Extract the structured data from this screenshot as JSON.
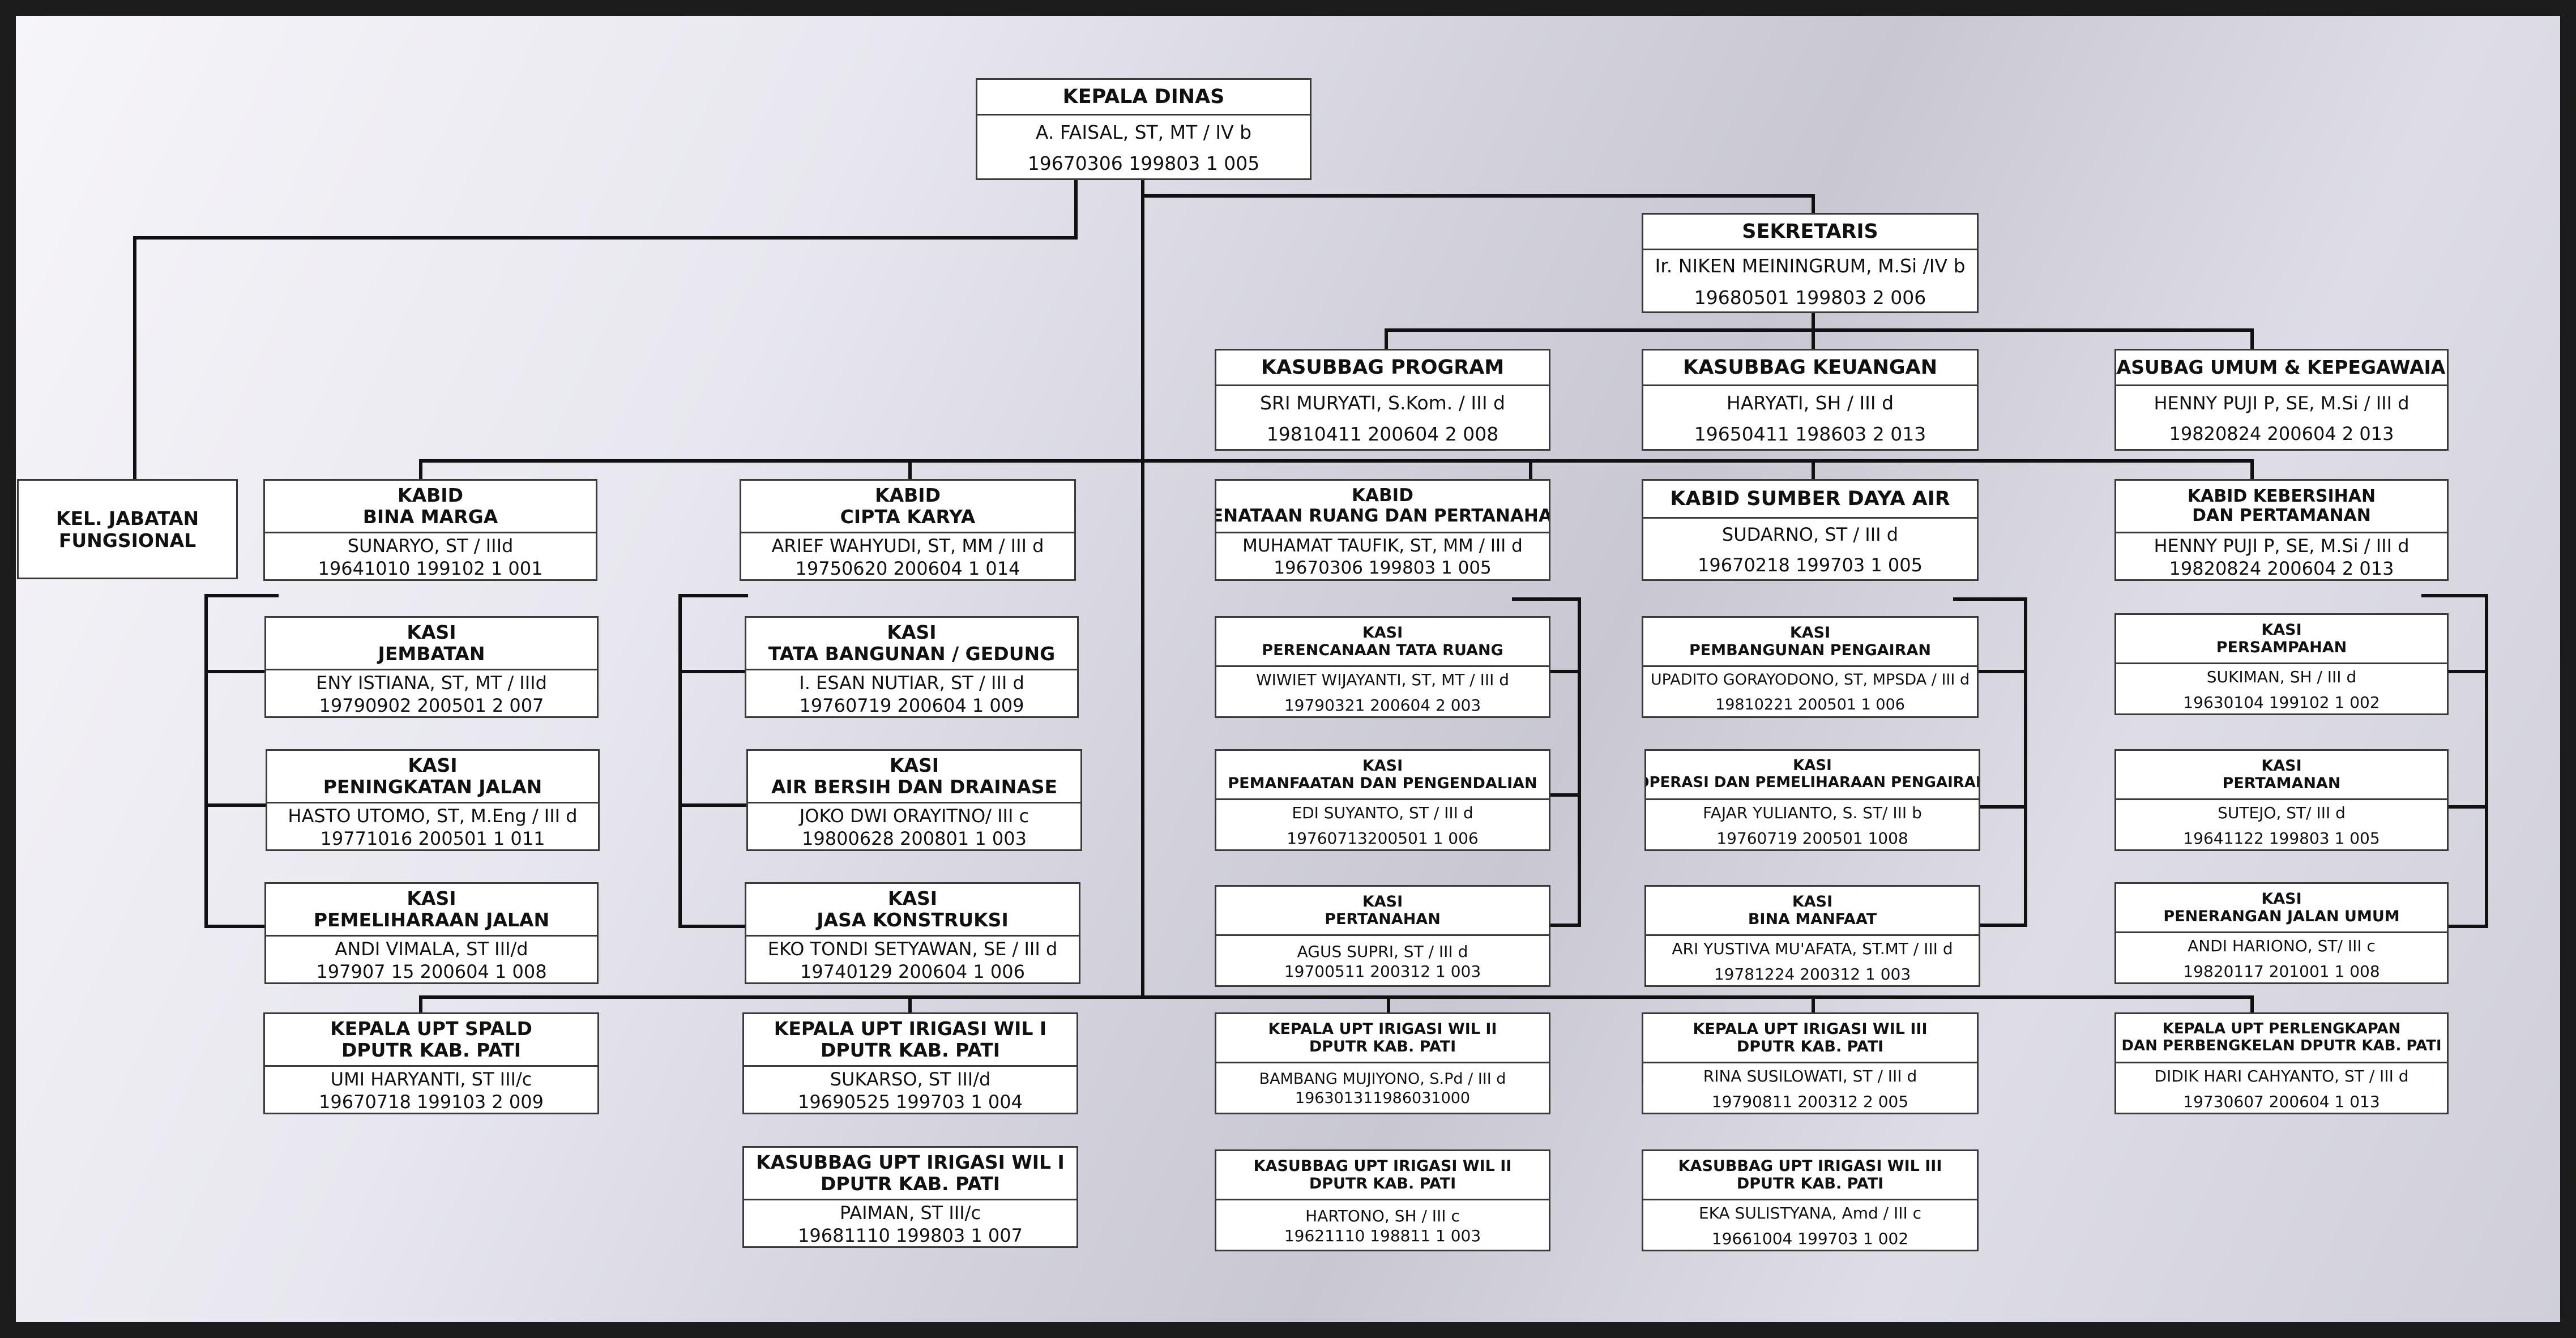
{
  "kepala_dinas": {
    "title": "KEPALA DINAS",
    "name": "A. FAISAL, ST, MT / IV b",
    "nip": "19670306 199803 1 005"
  },
  "sekretaris": {
    "title": "SEKRETARIS",
    "name": "Ir. NIKEN MEININGRUM, M.Si /IV b",
    "nip": "19680501 199803 2 006"
  },
  "jabatan_fungsional": {
    "line1": "KEL. JABATAN",
    "line2": "FUNGSIONAL"
  },
  "kasubbag_program": {
    "title": "KASUBBAG PROGRAM",
    "name": "SRI MURYATI, S.Kom. / III d",
    "nip": "19810411 200604 2 008"
  },
  "kasubbag_keuangan": {
    "title": "KASUBBAG KEUANGAN",
    "name": "HARYATI, SH / III d",
    "nip": "19650411 198603 2 013"
  },
  "kasubag_umum": {
    "title": "KASUBAG UMUM & KEPEGAWAIAN",
    "name": "HENNY PUJI P, SE, M.Si / III d",
    "nip": "19820824 200604 2 013"
  },
  "kabid_bina_marga": {
    "line1": "KABID",
    "line2": "BINA MARGA",
    "name": "SUNARYO, ST / IIId",
    "nip": "19641010 199102 1 001"
  },
  "kasi_jembatan": {
    "line1": "KASI",
    "line2": "JEMBATAN",
    "name": "ENY ISTIANA, ST, MT / IIId",
    "nip": "19790902 200501 2 007"
  },
  "kasi_peningkatan_jalan": {
    "line1": "KASI",
    "line2": "PENINGKATAN JALAN",
    "name": "HASTO UTOMO, ST, M.Eng / III d",
    "nip": "19771016 200501 1 011"
  },
  "kasi_pemeliharaan_jalan": {
    "line1": "KASI",
    "line2": "PEMELIHARAAN JALAN",
    "name": "ANDI VIMALA, ST III/d",
    "nip": "197907 15 200604 1 008"
  },
  "kabid_cipta_karya": {
    "line1": "KABID",
    "line2": "CIPTA KARYA",
    "name": "ARIEF WAHYUDI, ST, MM / III d",
    "nip": "19750620 200604 1 014"
  },
  "kasi_tata_bangunan": {
    "line1": "KASI",
    "line2": "TATA BANGUNAN / GEDUNG",
    "name": "I. ESAN NUTIAR, ST / III d",
    "nip": "19760719 200604 1 009"
  },
  "kasi_air_bersih": {
    "line1": "KASI",
    "line2": "AIR BERSIH DAN DRAINASE",
    "name": "JOKO DWI ORAYITNO/ III c",
    "nip": "19800628 200801 1 003"
  },
  "kasi_jasa_konstruksi": {
    "line1": "KASI",
    "line2": "JASA KONSTRUKSI",
    "name": "EKO TONDI SETYAWAN, SE / III d",
    "nip": "19740129 200604 1 006"
  },
  "kabid_penataan_ruang": {
    "line1": "KABID",
    "line2": "PENATAAN RUANG DAN PERTANAHAN",
    "name": "MUHAMAT TAUFIK, ST, MM / III d",
    "nip": "19670306 199803 1 005"
  },
  "kasi_perencanaan_tata_ruang": {
    "line1": "KASI",
    "line2": "PERENCANAAN TATA RUANG",
    "name": "WIWIET WIJAYANTI, ST, MT / III d",
    "nip": "19790321 200604 2 003"
  },
  "kasi_pemanfaatan": {
    "line1": "KASI",
    "line2": "PEMANFAATAN DAN PENGENDALIAN",
    "name": "EDI SUYANTO, ST / III d",
    "nip": "19760713200501 1 006"
  },
  "kasi_pertanahan": {
    "line1": "KASI",
    "line2": "PERTANAHAN",
    "name": "AGUS SUPRI, ST / III d",
    "nip": "19700511 200312 1 003"
  },
  "kabid_sumber_daya_air": {
    "title": "KABID SUMBER DAYA AIR",
    "name": "SUDARNO, ST / III d",
    "nip": "19670218 199703 1 005"
  },
  "kasi_pembangunan_pengairan": {
    "line1": "KASI",
    "line2": "PEMBANGUNAN PENGAIRAN",
    "name": "UPADITO GORAYODONO, ST, MPSDA / III d",
    "nip": "19810221 200501 1 006"
  },
  "kasi_operasi_pengairan": {
    "line1": "KASI",
    "line2": "OPERASI DAN PEMELIHARAAN PENGAIRAN",
    "name": "FAJAR YULIANTO, S. ST/ III b",
    "nip": "19760719 200501 1008"
  },
  "kasi_bina_manfaat": {
    "line1": "KASI",
    "line2": "BINA MANFAAT",
    "name": "ARI YUSTIVA MU'AFATA, ST.MT / III d",
    "nip": "19781224 200312 1 003"
  },
  "kabid_kebersihan": {
    "line1": "KABID KEBERSIHAN",
    "line2": "DAN PERTAMANAN",
    "name": "HENNY PUJI P, SE, M.Si / III d",
    "nip": "19820824 200604 2 013"
  },
  "kasi_persampahan": {
    "line1": "KASI",
    "line2": "PERSAMPAHAN",
    "name": "SUKIMAN, SH / III d",
    "nip": "19630104 199102 1 002"
  },
  "kasi_pertamanan": {
    "line1": "KASI",
    "line2": "PERTAMANAN",
    "name": "SUTEJO, ST/ III d",
    "nip": "19641122 199803 1 005"
  },
  "kasi_penerangan": {
    "line1": "KASI",
    "line2": "PENERANGAN JALAN UMUM",
    "name": "ANDI HARIONO, ST/ III c",
    "nip": "19820117 201001 1 008"
  },
  "upt_spald": {
    "line1": "KEPALA UPT SPALD",
    "line2": "DPUTR KAB. PATI",
    "name": "UMI HARYANTI, ST III/c",
    "nip": "19670718 199103 2 009"
  },
  "upt_irigasi_1": {
    "line1": "KEPALA UPT IRIGASI WIL I",
    "line2": "DPUTR KAB. PATI",
    "name": "SUKARSO, ST III/d",
    "nip": "19690525 199703 1 004"
  },
  "kasubbag_upt_irigasi_1": {
    "line1": "KASUBBAG UPT IRIGASI WIL I",
    "line2": "DPUTR KAB. PATI",
    "name": "PAIMAN, ST III/c",
    "nip": "19681110 199803 1 007"
  },
  "upt_irigasi_2": {
    "line1": "KEPALA UPT IRIGASI WIL II",
    "line2": "DPUTR KAB. PATI",
    "name": "BAMBANG MUJIYONO, S.Pd / III d",
    "nip": "196301311986031000"
  },
  "kasubbag_upt_irigasi_2": {
    "line1": "KASUBBAG UPT IRIGASI WIL II",
    "line2": "DPUTR KAB. PATI",
    "name": "HARTONO, SH / III c",
    "nip": "19621110 198811 1 003"
  },
  "upt_irigasi_3": {
    "line1": "KEPALA UPT IRIGASI WIL III",
    "line2": "DPUTR KAB. PATI",
    "name": "RINA SUSILOWATI, ST / III d",
    "nip": "19790811 200312 2 005"
  },
  "kasubbag_upt_irigasi_3": {
    "line1": "KASUBBAG UPT IRIGASI WIL III",
    "line2": "DPUTR KAB. PATI",
    "name": "EKA SULISTYANA, Amd / III c",
    "nip": "19661004 199703 1 002"
  },
  "upt_perlengkapan": {
    "line1": "KEPALA UPT PERLENGKAPAN",
    "line2": "DAN PERBENGKELAN DPUTR KAB. PATI",
    "name": "DIDIK HARI CAHYANTO, ST / III d",
    "nip": "19730607 200604 1 013"
  }
}
